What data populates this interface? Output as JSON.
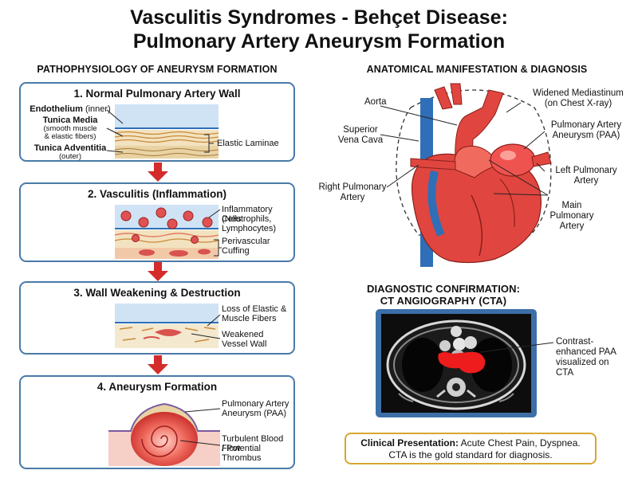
{
  "title_line1": "Vasculitis Syndromes - Behçet Disease:",
  "title_line2": "Pulmonary Artery Aneurysm Formation",
  "left_heading": "PATHOPHYSIOLOGY OF ANEURYSM FORMATION",
  "right_heading": "ANATOMICAL MANIFESTATION & DIAGNOSIS",
  "panels": {
    "p1": {
      "title": "1. Normal Pulmonary Artery Wall",
      "endothelium": "Endothelium",
      "endothelium_note": "(inner)",
      "media": "Tunica Media",
      "media_note1": "(smooth muscle",
      "media_note2": "& elastic fibers)",
      "adventitia": "Tunica Adventitia",
      "adventitia_note": "(outer)",
      "elastic": "Elastic Laminae"
    },
    "p2": {
      "title": "2. Vasculitis (Inflammation)",
      "cells1": "Inflammatory Cells",
      "cells2": "(Neutrophils,",
      "cells3": "Lymphocytes)",
      "cuff1": "Perivascular",
      "cuff2": "Cuffing"
    },
    "p3": {
      "title": "3. Wall Weakening & Destruction",
      "loss1": "Loss of Elastic &",
      "loss2": "Muscle Fibers",
      "weak1": "Weakened",
      "weak2": "Vessel Wall"
    },
    "p4": {
      "title": "4. Aneurysm Formation",
      "paa1": "Pulmonary Artery",
      "paa2": "Aneurysm (PAA)",
      "flow1": "Turbulent Blood Flow",
      "flow2": "/ Potential Thrombus"
    }
  },
  "anatomy": {
    "aorta": "Aorta",
    "svc1": "Superior",
    "svc2": "Vena Cava",
    "rpa1": "Right Pulmonary",
    "rpa2": "Artery",
    "mediastinum1": "Widened Mediastinum",
    "mediastinum2": "(on Chest X-ray)",
    "paa1": "Pulmonary Artery",
    "paa2": "Aneurysm (PAA)",
    "lpa1": "Left Pulmonary",
    "lpa2": "Artery",
    "mpa1": "Main",
    "mpa2": "Pulmonary",
    "mpa3": "Artery"
  },
  "diagnostic": {
    "heading1": "DIAGNOSTIC CONFIRMATION:",
    "heading2": "CT ANGIOGRAPHY (CTA)",
    "ct1": "Contrast-",
    "ct2": "enhanced PAA",
    "ct3": "visualized on",
    "ct4": "CTA"
  },
  "clinical": {
    "bold": "Clinical Presentation:",
    "text": " Acute Chest Pain, Dyspnea.",
    "line2": "CTA is the gold standard for diagnosis."
  },
  "colors": {
    "panel_border": "#4a7aa8",
    "arrow_red": "#d42b2b",
    "artery_red": "#e0463f",
    "vein_blue": "#2f6fb7",
    "clinical_border": "#d9a531"
  }
}
